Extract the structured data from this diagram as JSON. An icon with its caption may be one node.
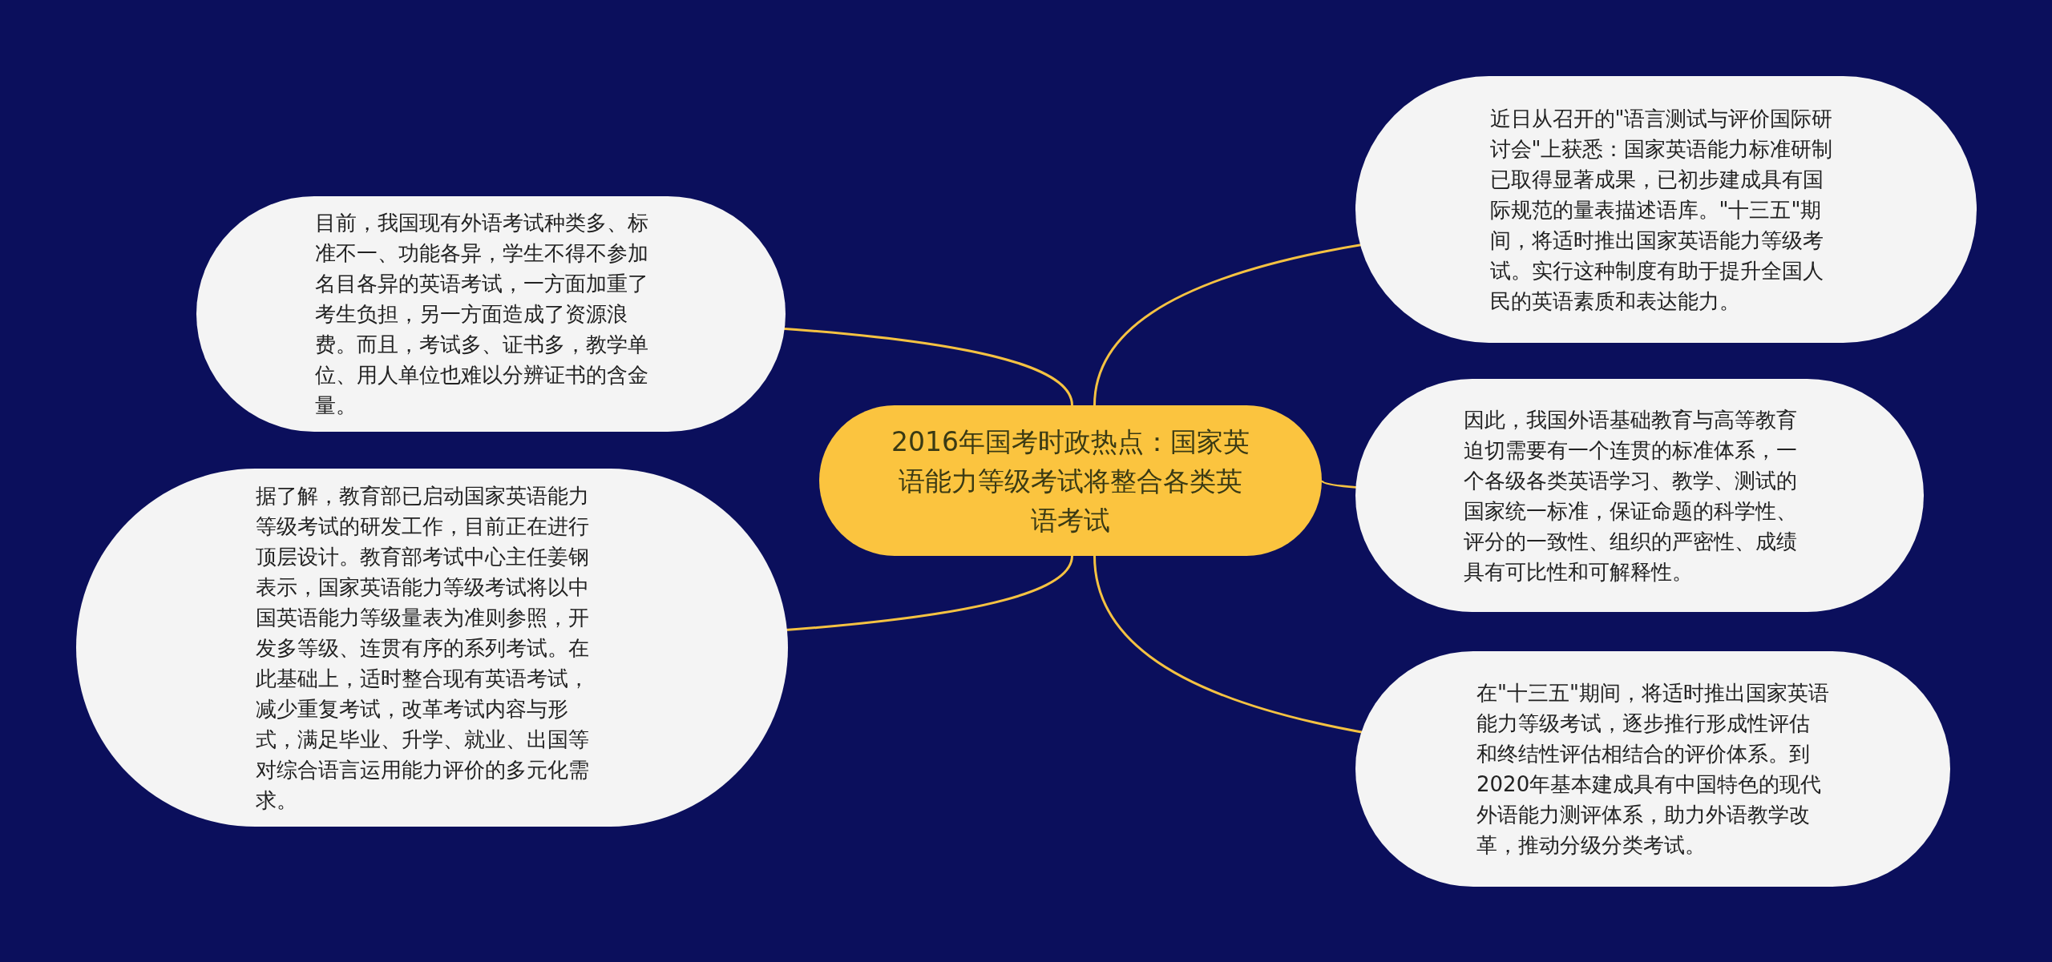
{
  "diagram": {
    "nodes": [
      {
        "text": [
          "2016年国考时政热点：国家英语能力等级考试将整合各类英语考试"
        ]
      },
      {
        "text": [
          "目前，我国现有外语考试种类多、标准不一、功能各异，学生不得不参加名目各异的英语考试，一方面加重了考生负担，另一方面造成了资源浪费。而且，考试多、证书多，教学单位、用人单位也难以分辨证书的含金量。"
        ]
      },
      {
        "text": [
          "据了解，教育部已启动国家英语能力等级考试的研发工作，目前正在进行顶层设计。教育部考试中心主任姜钢表示，国家英语能力等级考试将以中国英语能力等级量表为准则参照，开发多等级、连贯有序的系列考试。在此基础上，适时整合现有英语考试，减少重复考试，改革考试内容与形式，满足毕业、升学、就业、出国等对综合语言运用能力评价的多元化需求。"
        ]
      },
      {
        "text": [
          "近日从召开的\"语言测试与评价国际研讨会\"上获悉：国家英语能力标准研制已取得显著成果，已初步建成具有国际规范的量表描述语库。\"十三五\"期间，将适时推出国家英语能力等级考试。实行这种制度有助于提升全国人民的英语素质和表达能力。"
        ]
      },
      {
        "text": [
          "因此，我国外语基础教育与高等教育迫切需要有一个连贯的标准体系，一个各级各类英语学习、教学、测试的国家统一标准，保证命题的科学性、评分的一致性、组织的严密性、成绩具有可比性和可解释性。"
        ]
      },
      {
        "text": [
          "在\"十三五\"期间，将适时推出国家英语能力等级考试，逐步推行形成性评估和终结性评估相结合的评价体系。到2020年基本建成具有中国特色的现代外语能力测评体系，助力外语教学改革，推动分级分类考试。"
        ]
      }
    ],
    "edges": [
      {
        "from": 0,
        "to": 1,
        "arrow": "none"
      },
      {
        "from": 0,
        "to": 2,
        "arrow": "none"
      },
      {
        "from": 0,
        "to": 3,
        "arrow": "none"
      },
      {
        "from": 0,
        "to": 4,
        "arrow": "none"
      },
      {
        "from": 0,
        "to": 5,
        "arrow": "none"
      }
    ]
  }
}
